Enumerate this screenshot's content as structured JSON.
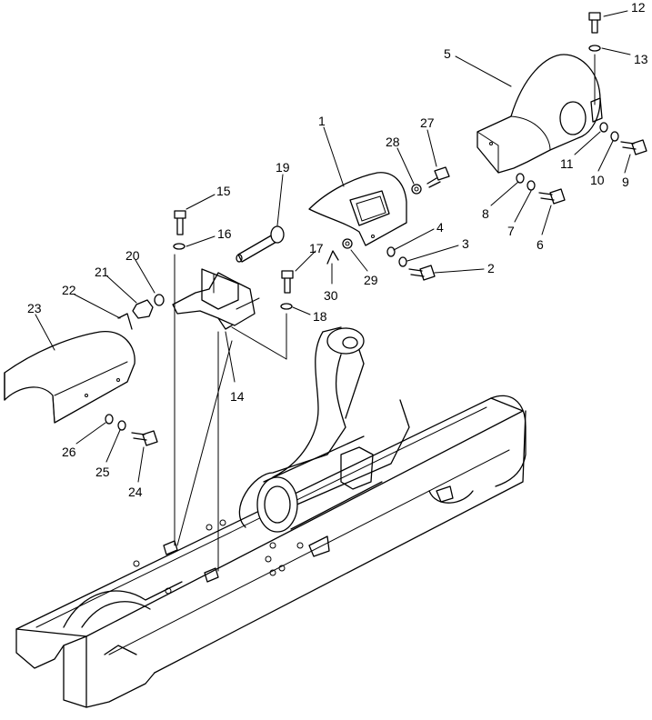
{
  "callouts": [
    {
      "n": "1"
    },
    {
      "n": "2"
    },
    {
      "n": "3"
    },
    {
      "n": "4"
    },
    {
      "n": "5"
    },
    {
      "n": "6"
    },
    {
      "n": "7"
    },
    {
      "n": "8"
    },
    {
      "n": "9"
    },
    {
      "n": "10"
    },
    {
      "n": "11"
    },
    {
      "n": "12"
    },
    {
      "n": "13"
    },
    {
      "n": "14"
    },
    {
      "n": "15"
    },
    {
      "n": "16"
    },
    {
      "n": "17"
    },
    {
      "n": "18"
    },
    {
      "n": "19"
    },
    {
      "n": "20"
    },
    {
      "n": "21"
    },
    {
      "n": "22"
    },
    {
      "n": "23"
    },
    {
      "n": "24"
    },
    {
      "n": "25"
    },
    {
      "n": "26"
    },
    {
      "n": "27"
    },
    {
      "n": "28"
    },
    {
      "n": "29"
    },
    {
      "n": "30"
    }
  ]
}
